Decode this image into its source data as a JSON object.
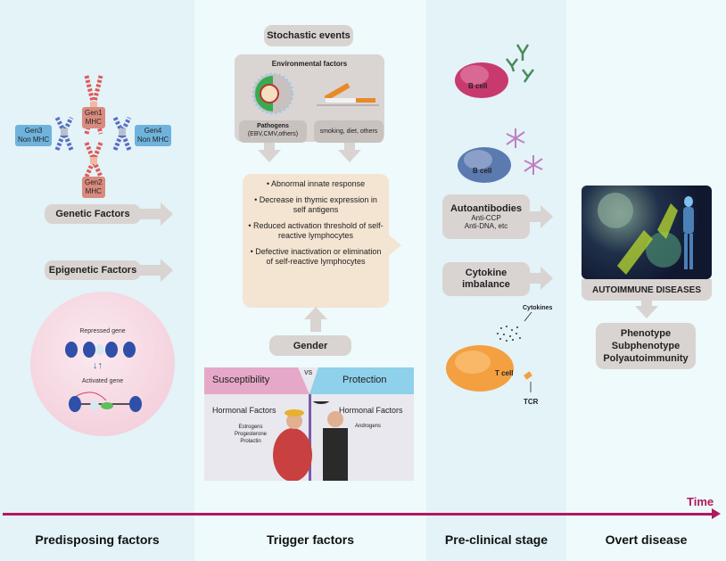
{
  "stages": [
    {
      "label": "Predisposing factors"
    },
    {
      "label": "Trigger factors"
    },
    {
      "label": "Pre-clinical stage"
    },
    {
      "label": "Overt disease"
    }
  ],
  "timeline": {
    "label": "Time",
    "color": "#b0195e"
  },
  "predisposing": {
    "genes": [
      {
        "label_line1": "Gen1",
        "label_line2": "MHC"
      },
      {
        "label_line1": "Gen2",
        "label_line2": "MHC"
      },
      {
        "label_line1": "Gen3",
        "label_line2": "Non MHC"
      },
      {
        "label_line1": "Gen4",
        "label_line2": "Non MHC"
      }
    ],
    "genetic_factors": "Genetic Factors",
    "epigenetic_factors": "Epigenetic Factors",
    "repressed_gene": "Repressed gene",
    "activated_gene": "Activated gene"
  },
  "trigger": {
    "stochastic_events": "Stochastic events",
    "environmental_factors": "Environmental factors",
    "pathogens_title": "Pathogens",
    "pathogens_sub": "(EBV,CMV,others)",
    "smoking": "smoking, diet, others",
    "mechanisms": [
      "• Abnormal innate response",
      "• Decrease in thymic expression in self antigens",
      "• Reduced activation threshold of self-reactive lymphocytes",
      "• Defective inactivation or elimination of self-reactive lymphocytes"
    ],
    "gender": "Gender",
    "susceptibility": "Susceptibility",
    "vs": "VS",
    "protection": "Protection",
    "hormonal_left": "Hormonal Factors",
    "hormonal_right": "Hormonal Factors",
    "female_hormones": [
      "Estrogens",
      "Progesterone",
      "Prolactin"
    ],
    "male_hormones": [
      "Androgens"
    ]
  },
  "preclinical": {
    "b_cell_1": "B cell",
    "b_cell_2": "B cell",
    "autoantibodies_title": "Autoantibodies",
    "autoantibodies_lines": [
      "Anti-CCP",
      "Anti-DNA, etc"
    ],
    "cytokine_imbalance": "Cytokine imbalance",
    "cytokines": "Cytokines",
    "t_cell": "T cell",
    "tcr": "TCR"
  },
  "overt": {
    "autoimmune_diseases": "AUTOIMMUNE DISEASES",
    "outcomes": [
      "Phenotype",
      "Subphenotype",
      "Polyautoimmunity"
    ]
  }
}
